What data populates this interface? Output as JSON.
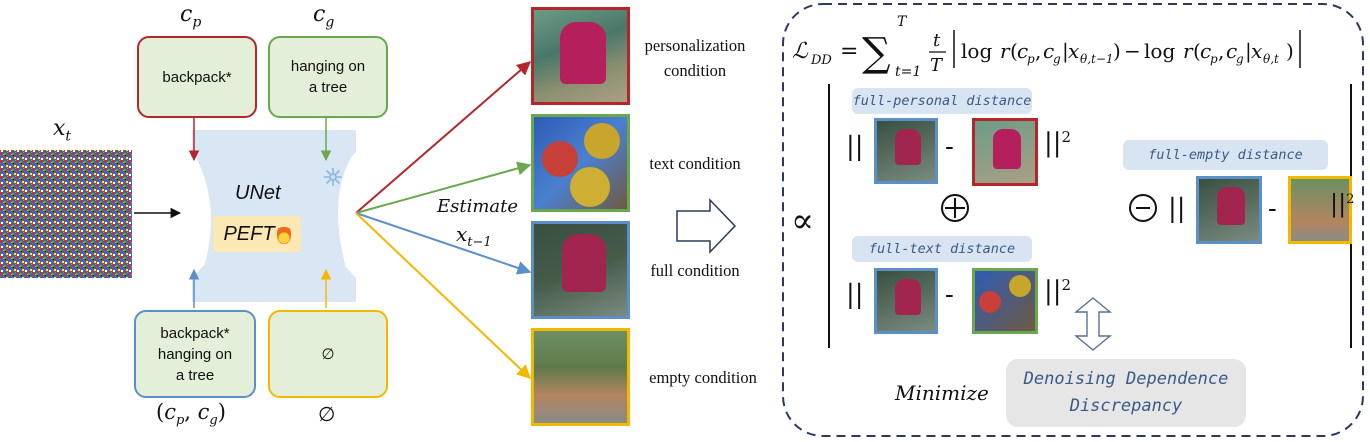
{
  "labels": {
    "x_t": "x_t",
    "c_p": "c_p",
    "c_g": "c_g",
    "pair": "(c_p, c_g)",
    "empty_sym": "∅",
    "estimate": "Estimate",
    "x_tm1": "x_{t-1}",
    "unet": "UNet",
    "peft": "PEFT",
    "minimize": "Minimize"
  },
  "boxes": {
    "personal": "backpack*",
    "text_line1": "hanging on",
    "text_line2": "a tree",
    "full_line1": "backpack*",
    "full_line2": "hanging on",
    "full_line3": "a tree",
    "empty": "∅"
  },
  "conditions": {
    "personal_line1": "personalization",
    "personal_line2": "condition",
    "text": "text condition",
    "full": "full condition",
    "empty": "empty condition"
  },
  "tags": {
    "full_personal": "full-personal distance",
    "full_text": "full-text distance",
    "full_empty": "full-empty distance",
    "discrepancy_line1": "Denoising Dependence",
    "discrepancy_line2": "Discrepancy"
  },
  "colors": {
    "red": "#b3262a",
    "green": "#6aa84f",
    "blue": "#5b8fc7",
    "yellow": "#f2b800",
    "box_red_fill": "#e3efd8",
    "box_green_fill": "#e3efd8",
    "box_blue_fill": "#e3efd8",
    "box_yellow_fill": "#e3efd8",
    "unet_fill": "#d9e6f4",
    "dash": "#2b3a5c"
  }
}
